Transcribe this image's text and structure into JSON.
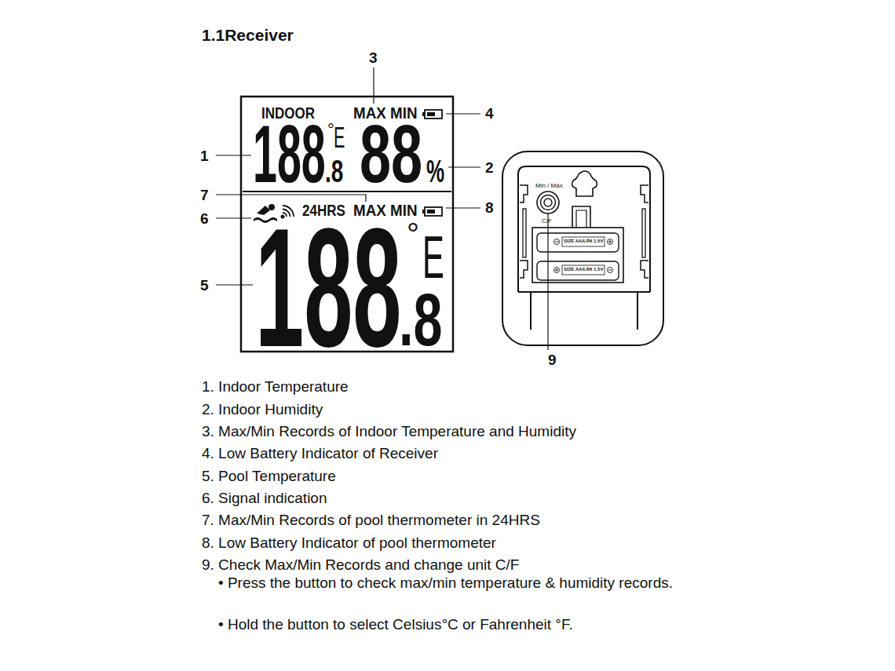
{
  "diagram": {
    "title": "1.1Receiver",
    "labels": [
      "3",
      "4",
      "INDOOR",
      "MAX MIN",
      "188",
      ".8",
      "°",
      "E",
      "88",
      "%",
      "2",
      "1",
      "7",
      "24HRS",
      "MAX MIN",
      "6",
      "8",
      "188",
      "°",
      "E",
      ".8",
      "5",
      "Min / Max",
      "C/F",
      "SIZE AA/LR6 1.5V",
      "SIZE AA/LR6 1.5V",
      "9",
      "1. Indoor Temperature",
      "2. Indoor Humidity",
      "3. Max/Min Records of Indoor Temperature and Humidity",
      "4. Low Battery Indicator of Receiver",
      "5. Pool Temperature",
      "6. Signal indication",
      "7. Max/Min Records of pool thermometer in 24HRS",
      "8. Low Battery Indicator of pool thermometer",
      "9. Check Max/Min Records and change unit C/F",
      "• Press the button to check max/min temperature & humidity records.",
      "• Hold the button to select Celsius°C or Fahrenheit °F."
    ]
  }
}
